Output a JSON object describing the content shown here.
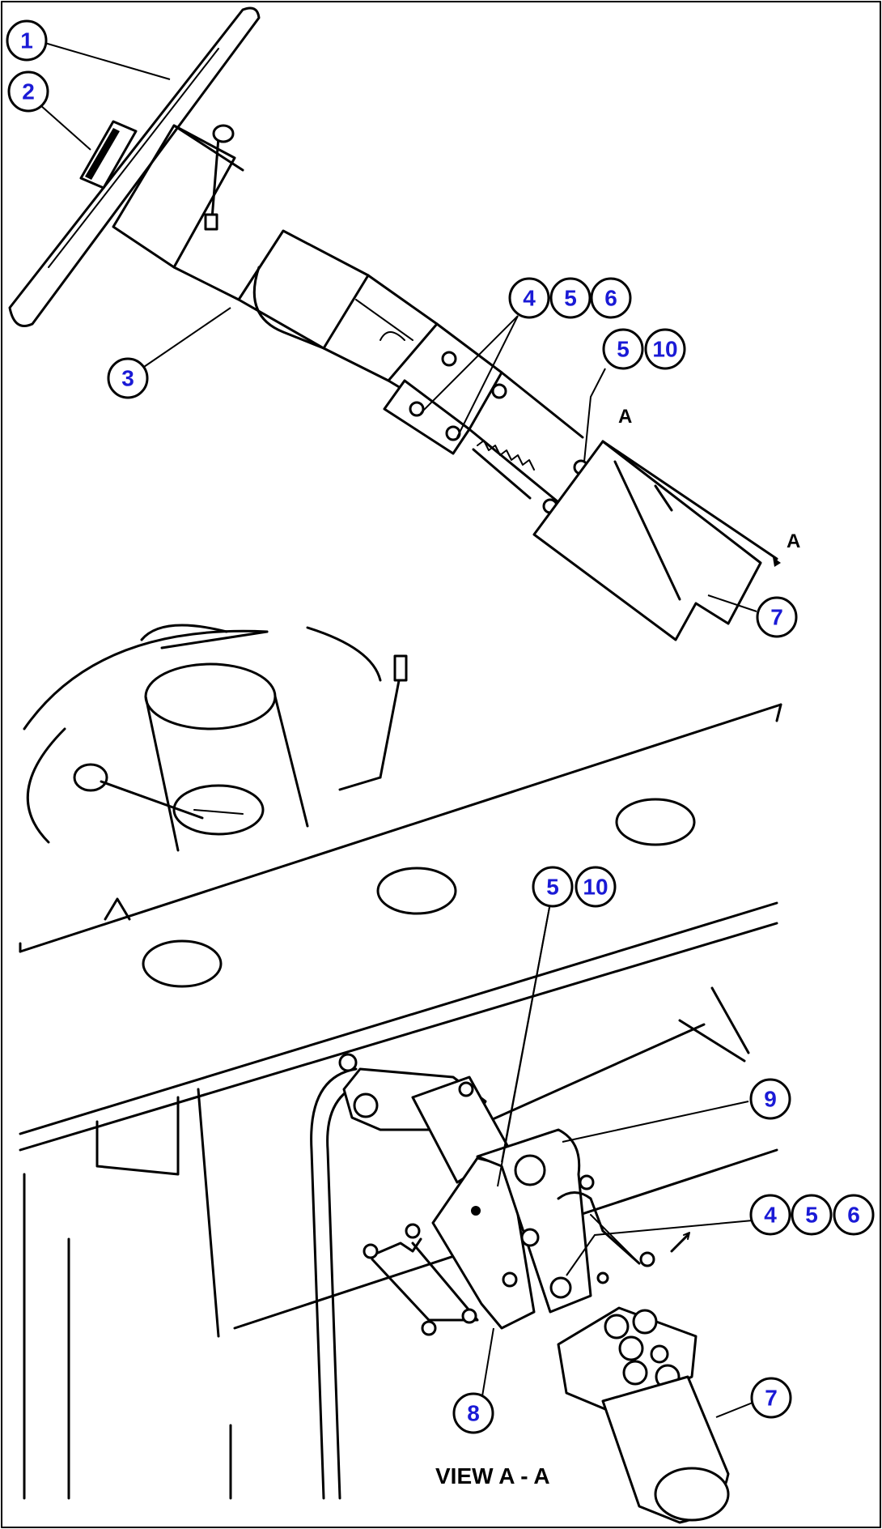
{
  "callouts": {
    "c1": "1",
    "c2": "2",
    "c3": "3",
    "c4a": "4",
    "c5a": "5",
    "c6a": "6",
    "c5b": "5",
    "c10b": "10",
    "c7a": "7",
    "c5c": "5",
    "c10c": "10",
    "c9": "9",
    "c4d": "4",
    "c5d": "5",
    "c6d": "6",
    "c8": "8",
    "c7b": "7"
  },
  "section_marks": {
    "upper": "A",
    "lower": "A"
  },
  "view_label": "VIEW A - A"
}
